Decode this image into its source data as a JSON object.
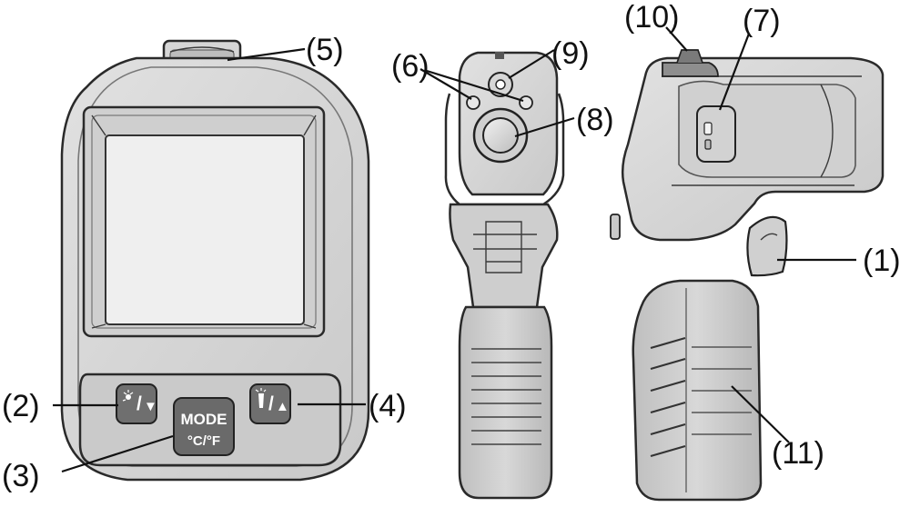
{
  "callouts": {
    "c1": "(1)",
    "c2": "(2)",
    "c3": "(3)",
    "c4": "(4)",
    "c5": "(5)",
    "c6": "(6)",
    "c7": "(7)",
    "c8": "(8)",
    "c9": "(9)",
    "c10": "(10)",
    "c11": "(11)"
  },
  "buttons": {
    "mode_label": "MODE",
    "unit_label": "°C/°F",
    "down_symbol": "▼",
    "up_symbol": "▲"
  },
  "icons": {
    "laser": "laser-icon",
    "backlight": "backlight-icon"
  },
  "colors": {
    "body_light": "#d9d9d9",
    "body_mid": "#bdbdbd",
    "body_dark": "#8f8f8f",
    "screen_fill": "#efefef",
    "button_fill": "#6f6f6f",
    "ink": "#111111"
  }
}
